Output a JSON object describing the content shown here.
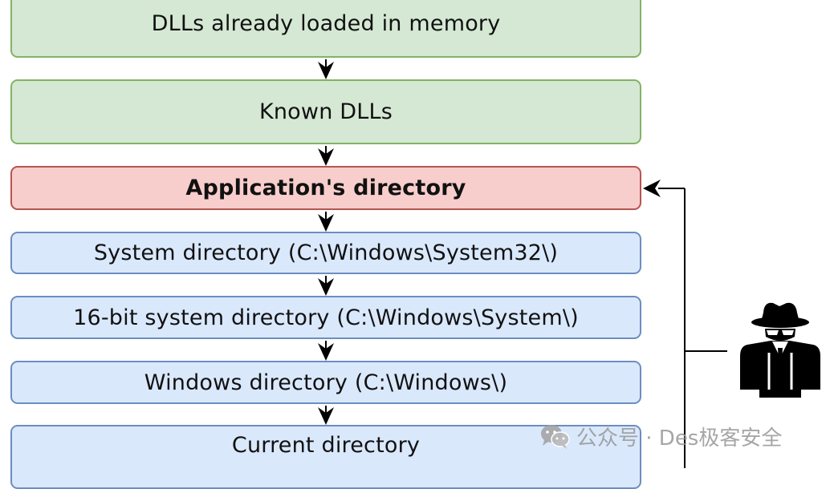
{
  "diagram": {
    "steps": [
      {
        "label": "DLLs already loaded in memory",
        "color": "green"
      },
      {
        "label": "Known DLLs",
        "color": "green"
      },
      {
        "label": "Application's directory",
        "color": "red"
      },
      {
        "label": "System directory (C:\\Windows\\System32\\)",
        "color": "blue"
      },
      {
        "label": "16-bit system directory (C:\\Windows\\System\\)",
        "color": "blue"
      },
      {
        "label": "Windows directory (C:\\Windows\\)",
        "color": "blue"
      },
      {
        "label": "Current directory",
        "color": "blue"
      }
    ],
    "colors": {
      "green_fill": "#d5e8d4",
      "green_stroke": "#82b366",
      "red_fill": "#f8cecc",
      "red_stroke": "#b85450",
      "blue_fill": "#dae8fc",
      "blue_stroke": "#6c8ebf"
    },
    "attacker_icon": "hacker-spy-icon"
  },
  "watermark": {
    "text": "公众号 · Des极客安全",
    "icon": "wechat-icon"
  }
}
